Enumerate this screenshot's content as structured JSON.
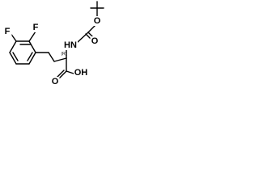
{
  "structure": {
    "atoms": {
      "fluorine_top": "F",
      "fluorine_left": "F",
      "nitrogen_h": "HN",
      "oxygen_carbamate_ester": "O",
      "oxygen_carbamate_carbonyl": "O",
      "oxygen_acid_hydroxyl": "OH",
      "oxygen_acid_carbonyl": "O"
    },
    "stereo_marker": "(R)"
  }
}
